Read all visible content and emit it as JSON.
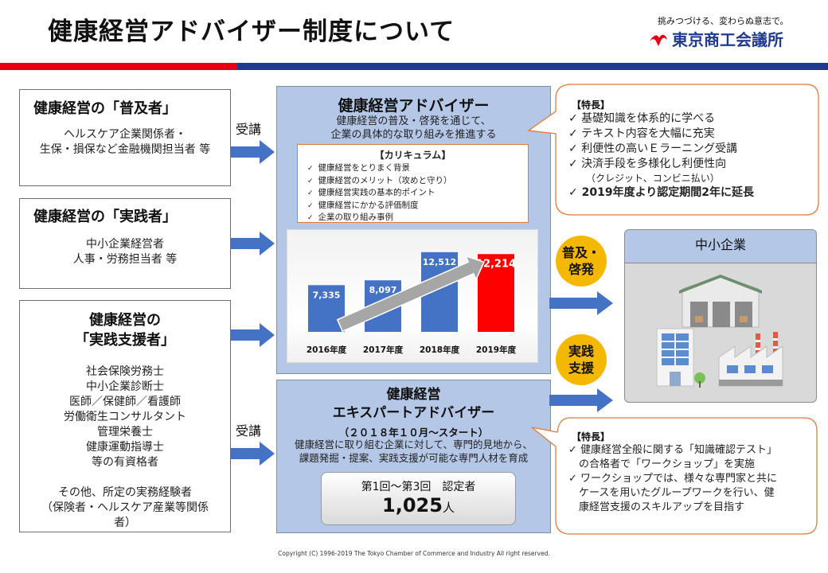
{
  "header": {
    "title": "健康経営アドバイザー制度について",
    "slogan": "挑みつづける、変わらぬ意志で。",
    "logo_text": "東京商工会議所"
  },
  "left": {
    "box1": {
      "title": "健康経営の「普及者」",
      "lines": [
        "ヘルスケア企業関係者・",
        "生保・損保など金融機関担当者 等"
      ]
    },
    "box2": {
      "title": "健康経営の「実践者」",
      "lines": [
        "中小企業経営者",
        "人事・労務担当者 等"
      ]
    },
    "box3": {
      "title_lines": [
        "健康経営の",
        "「実践支援者」"
      ],
      "lines": [
        "社会保険労務士",
        "中小企業診断士",
        "医師／保健師／看護師",
        "労働衛生コンサルタント",
        "管理栄養士",
        "健康運動指導士",
        "等の有資格者"
      ],
      "other_lines": [
        "その他、所定の実務経験者",
        "（保険者・ヘルスケア産業等関係",
        "者）"
      ]
    }
  },
  "labels": {
    "jukou_top": "受講",
    "jukou_bottom": "受講"
  },
  "advisor": {
    "title": "健康経営アドバイザー",
    "desc": [
      "健康経営の普及・啓発を通じて、",
      "企業の具体的な取り組みを推進する"
    ],
    "curriculum_title": "【カリキュラム】",
    "curriculum": [
      "健康経営をとりまく背景",
      "健康経営のメリット（攻めと守り）",
      "健康経営実践の基本的ポイント",
      "健康経営にかかる評価制度",
      "企業の取り組み事例"
    ]
  },
  "chart_data": {
    "type": "bar",
    "categories": [
      "2016年度",
      "2017年度",
      "2018年度",
      "2019年度"
    ],
    "values": [
      7335,
      8097,
      12512,
      12214
    ],
    "labels": [
      "7,335",
      "8,097",
      "12,512",
      "12,214"
    ],
    "colors": [
      "#4472c4",
      "#4472c4",
      "#4472c4",
      "#ff0000"
    ],
    "ylim": [
      0,
      14000
    ]
  },
  "features1": {
    "head": "【特長】",
    "items": [
      "✓ 基礎知識を体系的に学べる",
      "✓ テキスト内容を大幅に充実",
      "✓ 利便性の高いＥラーニング受講",
      "✓ 決済手段を多様化し利便性向"
    ],
    "sub": "（クレジット、コンビニ払い）",
    "bold": "✓ 2019年度より認定期間2年に延長"
  },
  "circles": {
    "fukyu": [
      "普及・",
      "啓発"
    ],
    "jissen": [
      "実践",
      "支援"
    ]
  },
  "company": {
    "title": "中小企業"
  },
  "expert": {
    "title_lines": [
      "健康経営",
      "エキスパートアドバイザー"
    ],
    "period": "（２０１８年１０月～スタート）",
    "desc": [
      "健康経営に取り組む企業に対して、専門的見地から、",
      "課題発掘・提案、実践支援が可能な専門人材を育成"
    ],
    "cert_label": "第1回～第3回　認定者",
    "cert_number": "1,025",
    "cert_unit": "人"
  },
  "features2": {
    "head": "【特長】",
    "items": [
      "✓ 健康経営全般に関する「知識確認テスト」",
      "　の合格者で「ワークショップ」を実施",
      "✓ ワークショップでは、様々な専門家と共に",
      "　ケースを用いたグループワークを行い、健",
      "　康経営支援のスキルアップを目指す"
    ]
  },
  "footer": {
    "copyright": "Copyright (C) 1996-2019 The Tokyo Chamber of Commerce and Industry All right reserved."
  },
  "colors": {
    "red": "#e60012",
    "navy": "#1f3b8f",
    "light_blue": "#b4c7e7",
    "arrow_blue": "#4472c4",
    "circle_yellow": "#f5b800",
    "callout_orange": "#e07b39"
  }
}
